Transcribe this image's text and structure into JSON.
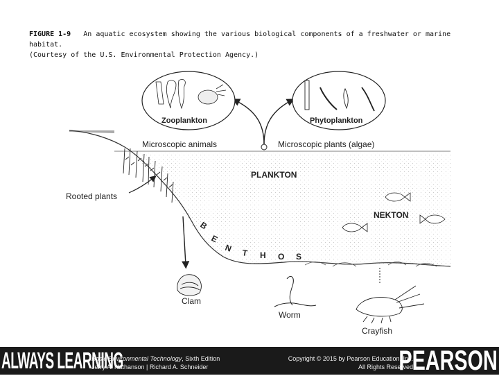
{
  "caption": {
    "figure_label": "FIGURE 1-9",
    "text": "An aquatic ecosystem showing the various biological components of a freshwater or marine habitat.",
    "credit": "(Courtesy of the U.S. Environmental Protection Agency.)"
  },
  "labels": {
    "zooplankton": "Zooplankton",
    "phytoplankton": "Phytoplankton",
    "microscopic_animals": "Microscopic animals",
    "microscopic_plants": "Microscopic plants (algae)",
    "plankton": "PLANKTON",
    "rooted_plants": "Rooted plants",
    "nekton": "NEKTON",
    "benthos": [
      "B",
      "E",
      "N",
      "T",
      "H",
      "O",
      "S"
    ],
    "clam": "Clam",
    "worm": "Worm",
    "crayfish": "Crayfish"
  },
  "footer": {
    "brand_left": "ALWAYS LEARNING",
    "book_title": "Basic Environmental Technology",
    "book_edition": ", Sixth Edition",
    "authors": "Jerry A. Nathanson | Richard A. Schneider",
    "copyright": "Copyright © 2015 by Pearson Education, Inc.",
    "rights": "All Rights Reserved",
    "brand_right": "PEARSON"
  }
}
